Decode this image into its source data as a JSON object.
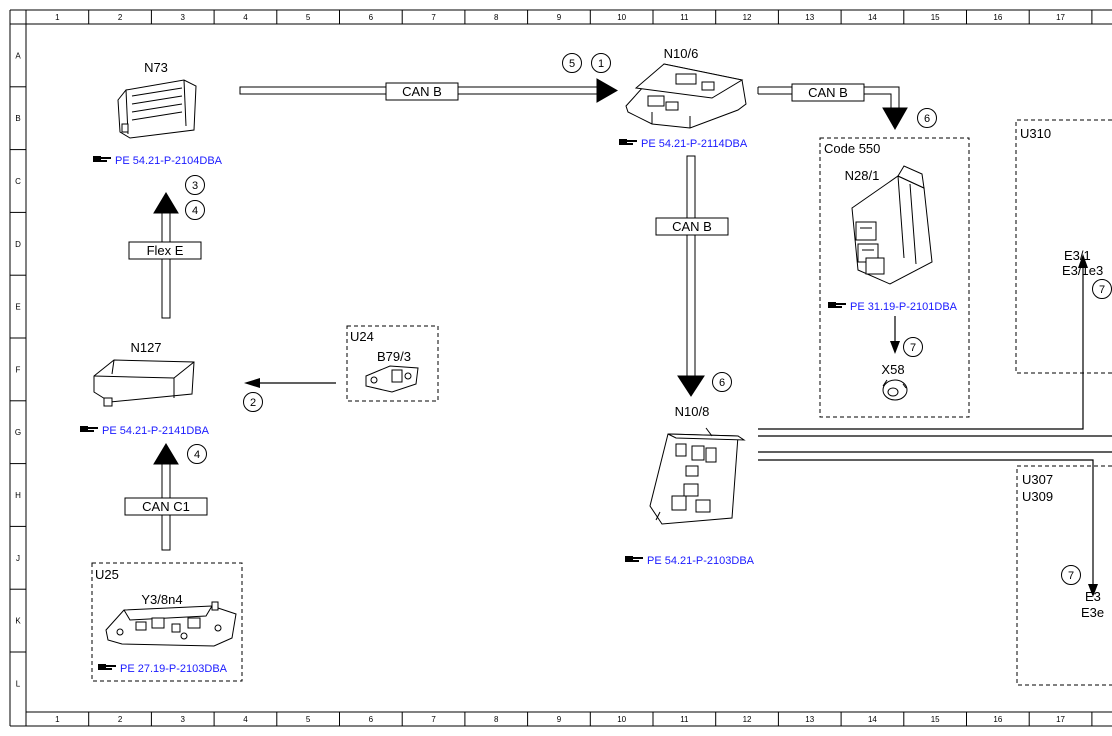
{
  "grid": {
    "columns": [
      "1",
      "2",
      "3",
      "4",
      "5",
      "6",
      "7",
      "8",
      "9",
      "10",
      "11",
      "12",
      "13",
      "14",
      "15",
      "16",
      "17"
    ],
    "rows": [
      "A",
      "B",
      "C",
      "D",
      "E",
      "F",
      "G",
      "H",
      "J",
      "K",
      "L"
    ]
  },
  "components": {
    "n73": {
      "label": "N73",
      "ref": "PE 54.21-P-2104DBA"
    },
    "n10_6": {
      "label": "N10/6",
      "ref": "PE 54.21-P-2114DBA"
    },
    "n28_1": {
      "label": "N28/1",
      "ref": "PE 31.19-P-2101DBA"
    },
    "n127": {
      "label": "N127",
      "ref": "PE 54.21-P-2141DBA"
    },
    "n10_8": {
      "label": "N10/8",
      "ref": "PE 54.21-P-2103DBA"
    },
    "b79_3": {
      "label": "B79/3"
    },
    "y3_8n4": {
      "label": "Y3/8n4",
      "ref": "PE 27.19-P-2103DBA"
    },
    "x58": {
      "label": "X58"
    }
  },
  "groups": {
    "u24": "U24",
    "u25": "U25",
    "code550": "Code 550",
    "u310": "U310",
    "u307": "U307",
    "u309": "U309"
  },
  "buses": {
    "can_b_top": "CAN B",
    "can_b_right": "CAN B",
    "can_b_vertical": "CAN B",
    "flex_e": "Flex E",
    "can_c1": "CAN C1"
  },
  "partial_labels": {
    "e3_1": "E3/1",
    "e3_1e3": "E3/1e3",
    "e3": "E3",
    "e3e": "E3e"
  },
  "callouts": {
    "c5": "5",
    "c1": "1",
    "c6a": "6",
    "c3": "3",
    "c4a": "4",
    "c2": "2",
    "c6b": "6",
    "c7a": "7",
    "c4b": "4",
    "c7b": "7",
    "c7c": "7"
  }
}
